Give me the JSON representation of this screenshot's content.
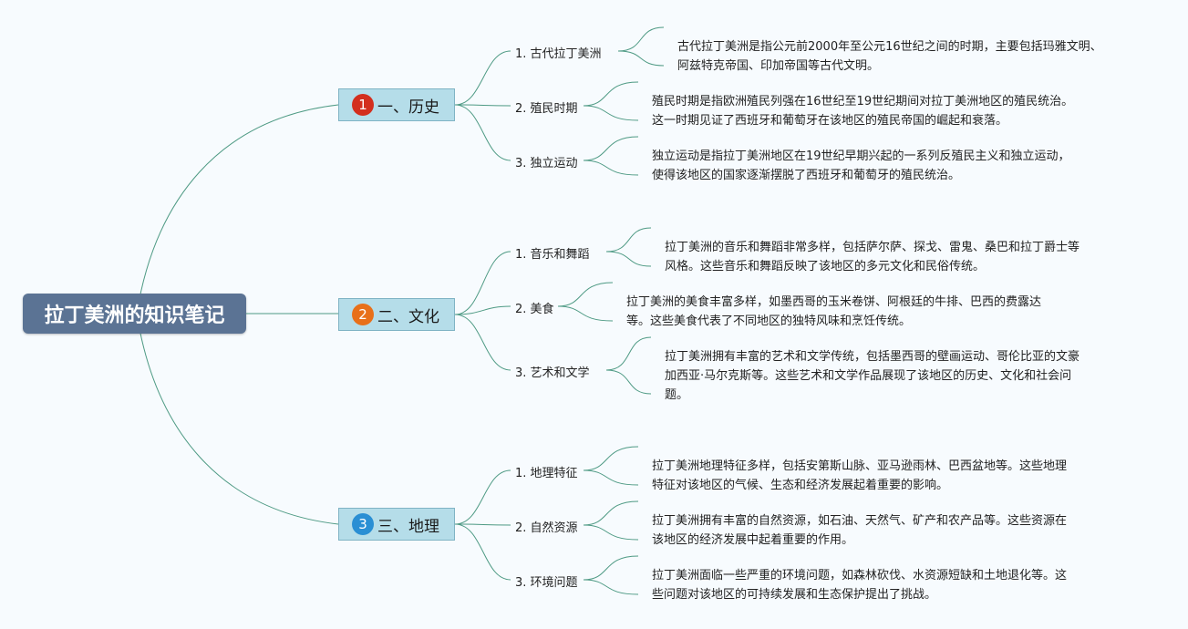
{
  "colors": {
    "root_bg": "#5b7394",
    "branch_bg": "#b5dde9",
    "line": "#4e9a84",
    "badge_1": "#d32f1e",
    "badge_2": "#e8701a",
    "badge_3": "#2a8fd4"
  },
  "root": {
    "label": "拉丁美洲的知识笔记"
  },
  "branches": [
    {
      "badge": "1",
      "label": "一、历史",
      "children": [
        {
          "label": "1. 古代拉丁美洲",
          "desc": [
            "古代拉丁美洲是指公元前2000年至公元16世纪之间的时期，主要包括玛雅文明、",
            "阿兹特克帝国、印加帝国等古代文明。"
          ]
        },
        {
          "label": "2. 殖民时期",
          "desc": [
            "殖民时期是指欧洲殖民列强在16世纪至19世纪期间对拉丁美洲地区的殖民统治。",
            "这一时期见证了西班牙和葡萄牙在该地区的殖民帝国的崛起和衰落。"
          ]
        },
        {
          "label": "3. 独立运动",
          "desc": [
            "独立运动是指拉丁美洲地区在19世纪早期兴起的一系列反殖民主义和独立运动，",
            "使得该地区的国家逐渐摆脱了西班牙和葡萄牙的殖民统治。"
          ]
        }
      ]
    },
    {
      "badge": "2",
      "label": "二、文化",
      "children": [
        {
          "label": "1. 音乐和舞蹈",
          "desc": [
            "拉丁美洲的音乐和舞蹈非常多样，包括萨尔萨、探戈、雷鬼、桑巴和拉丁爵士等",
            "风格。这些音乐和舞蹈反映了该地区的多元文化和民俗传统。"
          ]
        },
        {
          "label": "2. 美食",
          "desc": [
            "拉丁美洲的美食丰富多样，如墨西哥的玉米卷饼、阿根廷的牛排、巴西的费露达",
            "等。这些美食代表了不同地区的独特风味和烹饪传统。"
          ]
        },
        {
          "label": "3. 艺术和文学",
          "desc": [
            "拉丁美洲拥有丰富的艺术和文学传统，包括墨西哥的壁画运动、哥伦比亚的文豪",
            "加西亚·马尔克斯等。这些艺术和文学作品展现了该地区的历史、文化和社会问",
            "题。"
          ]
        }
      ]
    },
    {
      "badge": "3",
      "label": "三、地理",
      "children": [
        {
          "label": "1. 地理特征",
          "desc": [
            "拉丁美洲地理特征多样，包括安第斯山脉、亚马逊雨林、巴西盆地等。这些地理",
            "特征对该地区的气候、生态和经济发展起着重要的影响。"
          ]
        },
        {
          "label": "2. 自然资源",
          "desc": [
            "拉丁美洲拥有丰富的自然资源，如石油、天然气、矿产和农产品等。这些资源在",
            "该地区的经济发展中起着重要的作用。"
          ]
        },
        {
          "label": "3. 环境问题",
          "desc": [
            "拉丁美洲面临一些严重的环境问题，如森林砍伐、水资源短缺和土地退化等。这",
            "些问题对该地区的可持续发展和生态保护提出了挑战。"
          ]
        }
      ]
    }
  ]
}
